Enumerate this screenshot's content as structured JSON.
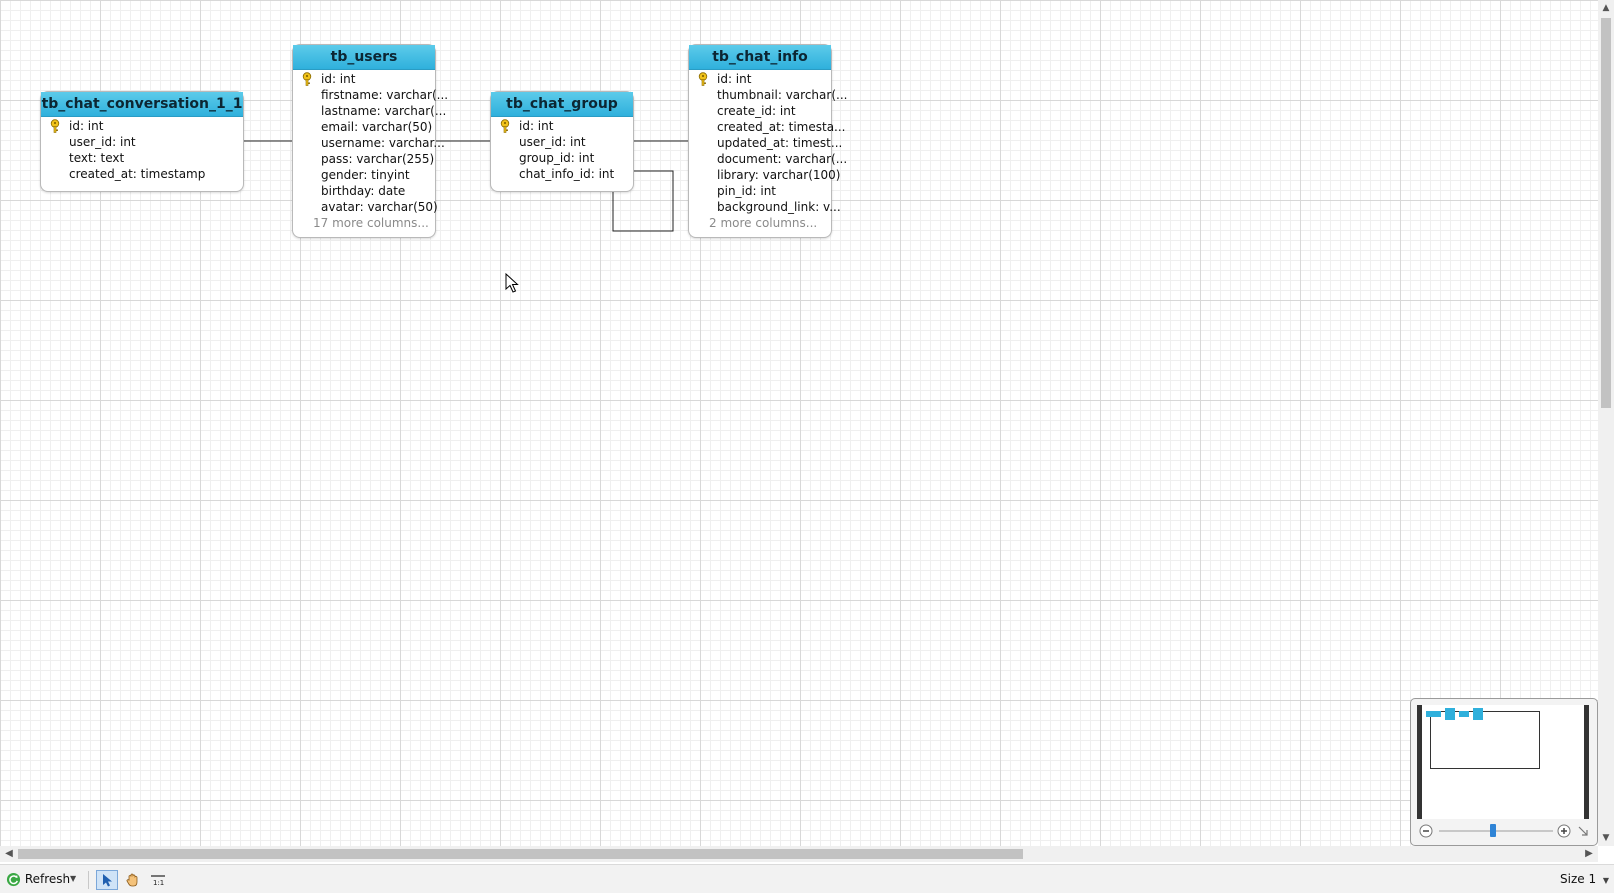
{
  "diagram": {
    "tables": [
      {
        "name": "tb_chat_conversation_1_1",
        "pk": "id: int",
        "columns": [
          "user_id: int",
          "text: text",
          "created_at: timestamp"
        ],
        "more": ""
      },
      {
        "name": "tb_users",
        "pk": "id: int",
        "columns": [
          "firstname: varchar(...",
          "lastname: varchar(...",
          "email: varchar(50)",
          "username: varchar...",
          "pass: varchar(255)",
          "gender: tinyint",
          "birthday: date",
          "avatar: varchar(50)"
        ],
        "more": "17 more columns..."
      },
      {
        "name": "tb_chat_group",
        "pk": "id: int",
        "columns": [
          "user_id: int",
          "group_id: int",
          "chat_info_id: int"
        ],
        "more": ""
      },
      {
        "name": "tb_chat_info",
        "pk": "id: int",
        "columns": [
          "thumbnail: varchar(...",
          "create_id: int",
          "created_at: timesta...",
          "updated_at: timest...",
          "document: varchar(...",
          "library: varchar(100)",
          "pin_id: int",
          "background_link: v..."
        ],
        "more": "2 more columns..."
      }
    ]
  },
  "toolbar": {
    "refresh_label": "Refresh",
    "size_label": "Size 1"
  },
  "colors": {
    "table_header": "#2fb0dc",
    "key_icon": "#f2c31a",
    "selected_tool": "#cfe3f7"
  },
  "icons": {
    "refresh": "refresh-icon",
    "pointer": "pointer-icon",
    "hand": "hand-icon",
    "actual_size": "actual-size-icon",
    "key": "key-icon"
  }
}
